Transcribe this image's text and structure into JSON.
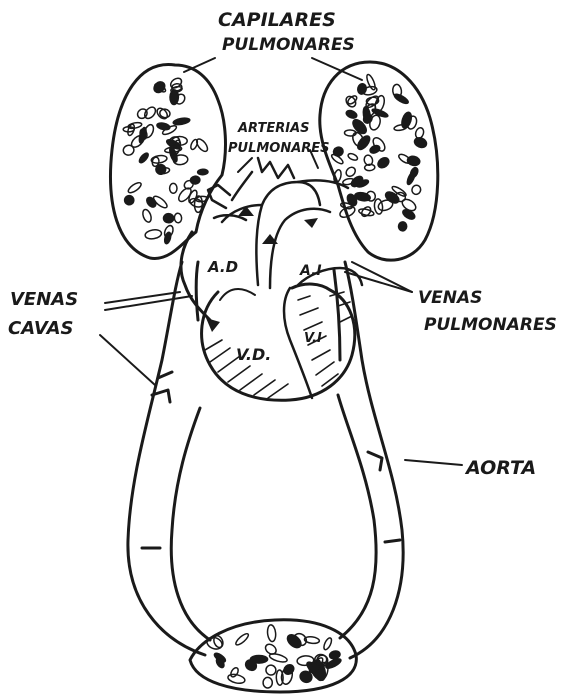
{
  "labels": {
    "capilares_pulmonares": [
      "CAPILARES",
      "PULMONARES"
    ],
    "arterias_pulmonares": [
      "ARTERIAS",
      "PULMONARES"
    ],
    "venas_cavas": [
      "VENAS",
      "CAVAS"
    ],
    "venas_pulmonares": [
      "VENAS",
      "PULMONARES"
    ],
    "aorta": "AORTA",
    "atrio_derecho": "A.D",
    "atrio_izquierdo": "A.I",
    "ventriculo_derecho": "V.D.",
    "ventriculo_izquierdo": "V.I"
  },
  "colors": {
    "ink": "#1a1a1a",
    "paper": "#ffffff"
  }
}
